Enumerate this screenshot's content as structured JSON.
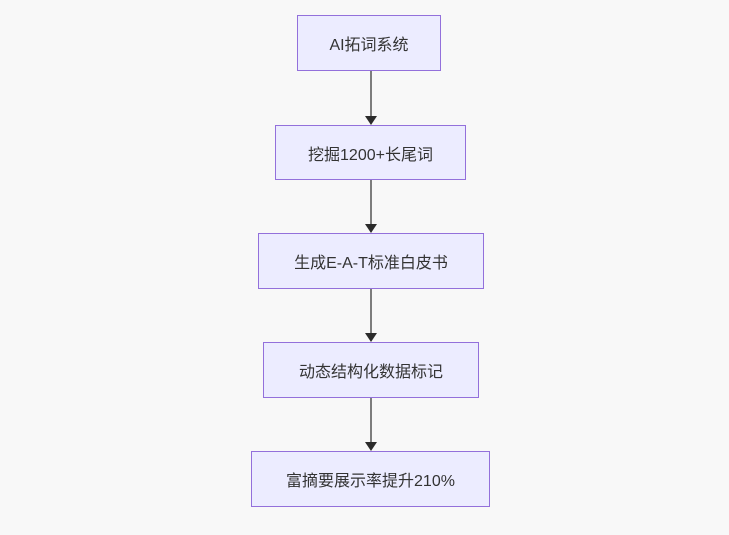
{
  "diagram": {
    "type": "flowchart",
    "direction": "top-down",
    "nodes": [
      {
        "id": "n1",
        "label": "AI拓词系统"
      },
      {
        "id": "n2",
        "label": "挖掘1200+长尾词"
      },
      {
        "id": "n3",
        "label": "生成E-A-T标准白皮书"
      },
      {
        "id": "n4",
        "label": "动态结构化数据标记"
      },
      {
        "id": "n5",
        "label": "富摘要展示率提升210%"
      }
    ],
    "edges": [
      {
        "from": "n1",
        "to": "n2"
      },
      {
        "from": "n2",
        "to": "n3"
      },
      {
        "from": "n3",
        "to": "n4"
      },
      {
        "from": "n4",
        "to": "n5"
      }
    ],
    "colors": {
      "background": "#f8f8f8",
      "node_fill": "#ECECFF",
      "node_border": "#9370DB",
      "text": "#333333",
      "arrow_line": "#7d7d7d",
      "arrow_head": "#2b2b2b"
    }
  }
}
